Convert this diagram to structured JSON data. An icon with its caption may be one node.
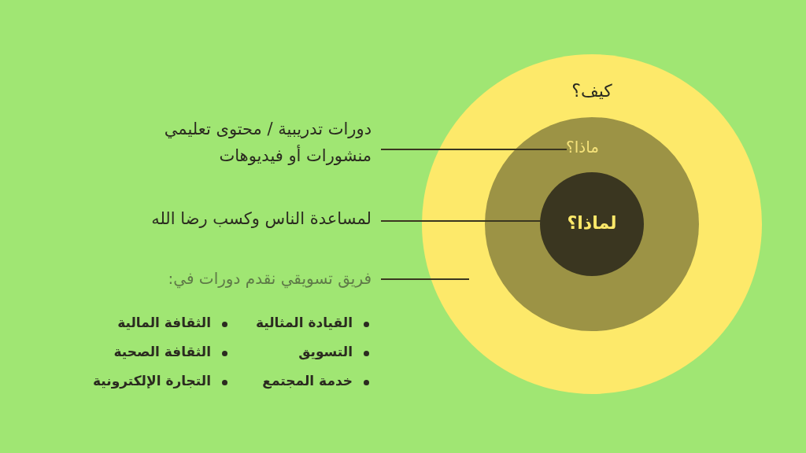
{
  "diagram": {
    "nodes": [
      {
        "text": [
          "كيف؟"
        ]
      },
      {
        "text": [
          "ماذا؟"
        ],
        "in": 0
      },
      {
        "text": [
          "لماذا؟"
        ],
        "in": 1
      },
      {
        "text": [
          "دورات تدريبية / محتوى تعليمي منشورات أو فيديوهات"
        ]
      },
      {
        "text": [
          "لمساعدة الناس وكسب رضا الله"
        ]
      },
      {
        "text": [
          "فريق تسويقي نقدم دورات في:"
        ]
      }
    ],
    "edges": [
      {
        "from": 3,
        "to": 1,
        "arrow": "none"
      },
      {
        "from": 4,
        "to": 2,
        "arrow": "none"
      },
      {
        "from": 5,
        "to": 0,
        "arrow": "none"
      }
    ],
    "labels": [
      "القيادة المثالية",
      "الثقافة المالية",
      "التسويق",
      "الثقافة الصحية",
      "خدمة المجتمع",
      "التجارة الإلكترونية"
    ]
  }
}
